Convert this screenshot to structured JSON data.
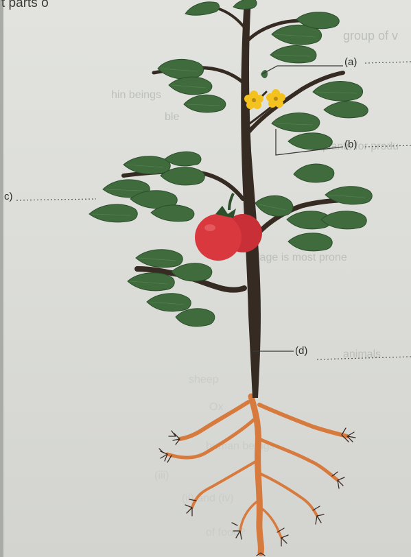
{
  "header_fragment": "t parts o",
  "labels": {
    "a": "(a)",
    "b": "(b)",
    "c": "c)",
    "d": "(d)"
  },
  "show_through_text": [
    "group of v",
    "hin beings",
    "ble",
    "plants for produ",
    "lage is most prone",
    "animals",
    "sheep",
    "Ox",
    "human beings",
    "(iii)",
    "(ii) and (iv)",
    "of food?"
  ],
  "colors": {
    "page": "#dddfdb",
    "leaf": "#3f6b3d",
    "leaf_dark": "#2c4f2c",
    "stem": "#352b22",
    "root": "#d77a3e",
    "fruit": "#d9383f",
    "flower": "#f4c21e",
    "line": "#3a3a38"
  },
  "icons": [
    "tomato-plant-illustration",
    "flower-icon",
    "tomato-fruit-icon",
    "root-system-icon"
  ]
}
